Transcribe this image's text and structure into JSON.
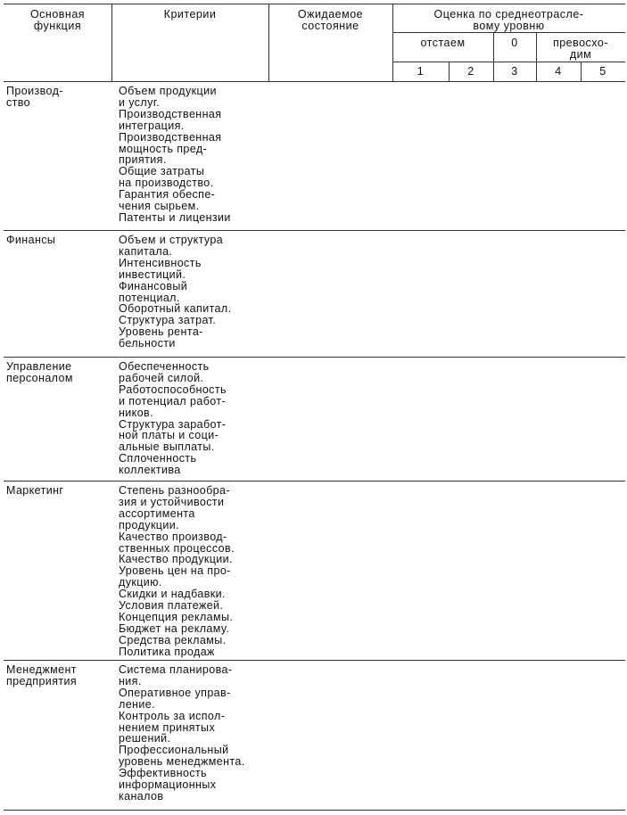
{
  "header": {
    "col_function": "Основная\nфункция",
    "col_criteria": "Критерии",
    "col_expected": "Ожидаемое\nсостояние",
    "col_rating": "Оценка по среднеотрасле-\nвому уровню",
    "group_behind": "отстаем",
    "group_zero": "0",
    "group_ahead": "превосхо-\nдим",
    "scores": [
      "1",
      "2",
      "3",
      "4",
      "5"
    ]
  },
  "rows": [
    {
      "function": "Производ-\nство",
      "criteria": [
        "Объем продукции",
        "и услуг.",
        "Производственная",
        "интеграция.",
        "Производственная",
        "мощность пред-",
        "приятия.",
        "Общие затраты",
        "на производство.",
        "Гарантия обеспе-",
        "чения сырьем.",
        "Патенты и лицензии"
      ]
    },
    {
      "function": "Финансы",
      "criteria": [
        "Объем и структура",
        "капитала.",
        "Интенсивность",
        "инвестиций.",
        "Финансовый",
        "потенциал.",
        "Оборотный капитал.",
        "Структура затрат.",
        "Уровень рента-",
        "бельности"
      ]
    },
    {
      "function": "Управление\nперсоналом",
      "criteria": [
        "Обеспеченность",
        "рабочей силой.",
        "Работоспособность",
        "и потенциал работ-",
        "ников.",
        "Структура заработ-",
        "ной платы и соци-",
        "альные выплаты.",
        "Сплоченность",
        "коллектива"
      ]
    },
    {
      "function": "Маркетинг",
      "criteria": [
        "Степень разнообра-",
        "зия и устойчивости",
        "ассортимента",
        "продукции.",
        "Качество производ-",
        "ственных процессов.",
        "Качество продукции.",
        "Уровень цен на про-",
        "дукцию.",
        "Скидки и надбавки.",
        "Условия платежей.",
        "Концепция рекламы.",
        "Бюджет на рекламу.",
        "Средства рекламы.",
        "Политика продаж"
      ]
    },
    {
      "function": "Менеджмент\nпредприятия",
      "criteria": [
        "Система планирова-",
        "ния.",
        "Оперативное управ-",
        "ление.",
        "Контроль за испол-",
        "нением принятых",
        "решений.",
        "Профессиональный",
        "уровень менеджмента.",
        "Эффективность",
        "информационных",
        "каналов"
      ]
    }
  ]
}
